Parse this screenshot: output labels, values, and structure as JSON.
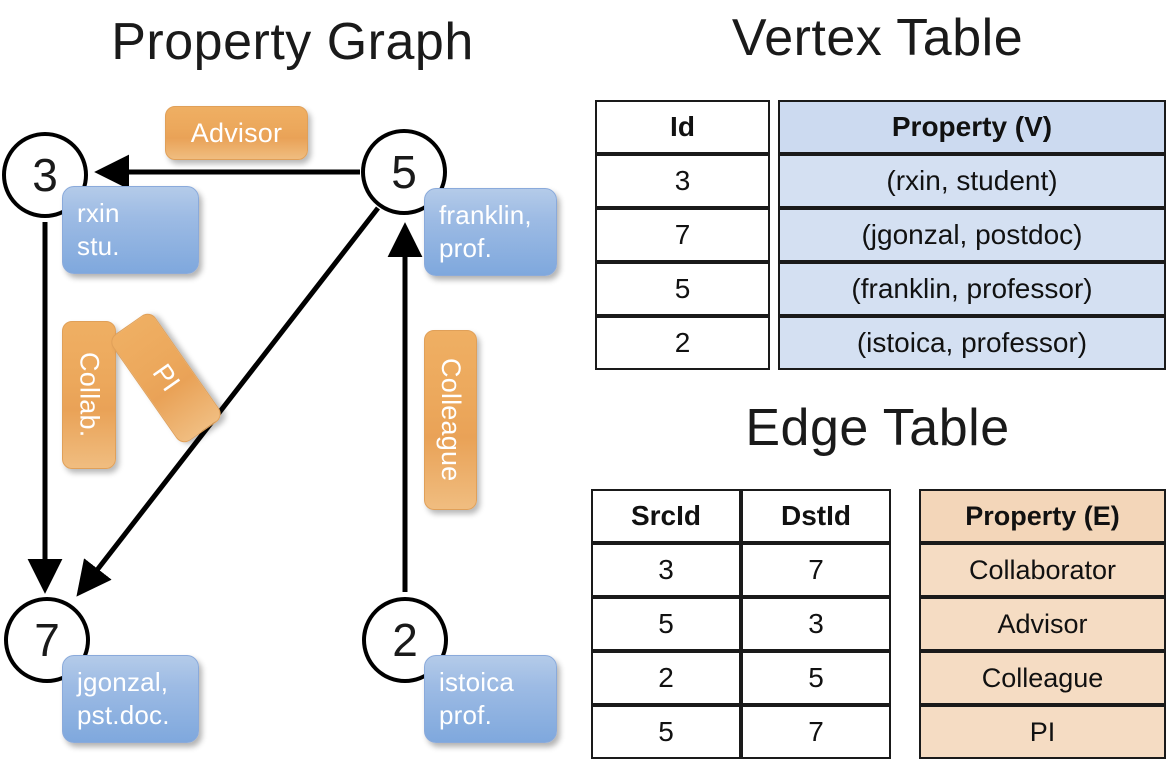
{
  "titles": {
    "property_graph": "Property Graph",
    "vertex_table": "Vertex Table",
    "edge_table": "Edge Table"
  },
  "graph": {
    "vertices": [
      {
        "id": "3",
        "name": "rxin",
        "role": "stu.",
        "label_lines": [
          "rxin",
          "stu."
        ]
      },
      {
        "id": "5",
        "name": "franklin",
        "role": "prof.",
        "label_lines": [
          "franklin,",
          "prof."
        ]
      },
      {
        "id": "7",
        "name": "jgonzal",
        "role": "pst.doc.",
        "label_lines": [
          "jgonzal,",
          "pst.doc."
        ]
      },
      {
        "id": "2",
        "name": "istoica",
        "role": "prof.",
        "label_lines": [
          "istoica",
          "prof."
        ]
      }
    ],
    "edge_labels": {
      "advisor": "Advisor",
      "collab": "Collab.",
      "pi": "PI",
      "colleague": "Colleague"
    },
    "edges": [
      {
        "src": "5",
        "dst": "3",
        "label": "Advisor"
      },
      {
        "src": "3",
        "dst": "7",
        "label": "Collab."
      },
      {
        "src": "5",
        "dst": "7",
        "label": "PI"
      },
      {
        "src": "2",
        "dst": "5",
        "label": "Colleague"
      }
    ]
  },
  "vertex_table": {
    "headers": [
      "Id",
      "Property (V)"
    ],
    "rows": [
      {
        "id": "3",
        "property": "(rxin, student)"
      },
      {
        "id": "7",
        "property": "(jgonzal, postdoc)"
      },
      {
        "id": "5",
        "property": "(franklin, professor)"
      },
      {
        "id": "2",
        "property": "(istoica, professor)"
      }
    ]
  },
  "edge_table": {
    "headers": [
      "SrcId",
      "DstId",
      "Property (E)"
    ],
    "rows": [
      {
        "src": "3",
        "dst": "7",
        "property": "Collaborator"
      },
      {
        "src": "5",
        "dst": "3",
        "property": "Advisor"
      },
      {
        "src": "2",
        "dst": "5",
        "property": "Colleague"
      },
      {
        "src": "5",
        "dst": "7",
        "property": "PI"
      }
    ]
  },
  "colors": {
    "vertex_property_fill": "#9dbbe4",
    "edge_label_fill": "#eca85c",
    "vertex_table_cell": "#d4e0f2",
    "edge_table_cell": "#f5dcc3",
    "stroke": "#000000",
    "background": "#ffffff"
  }
}
